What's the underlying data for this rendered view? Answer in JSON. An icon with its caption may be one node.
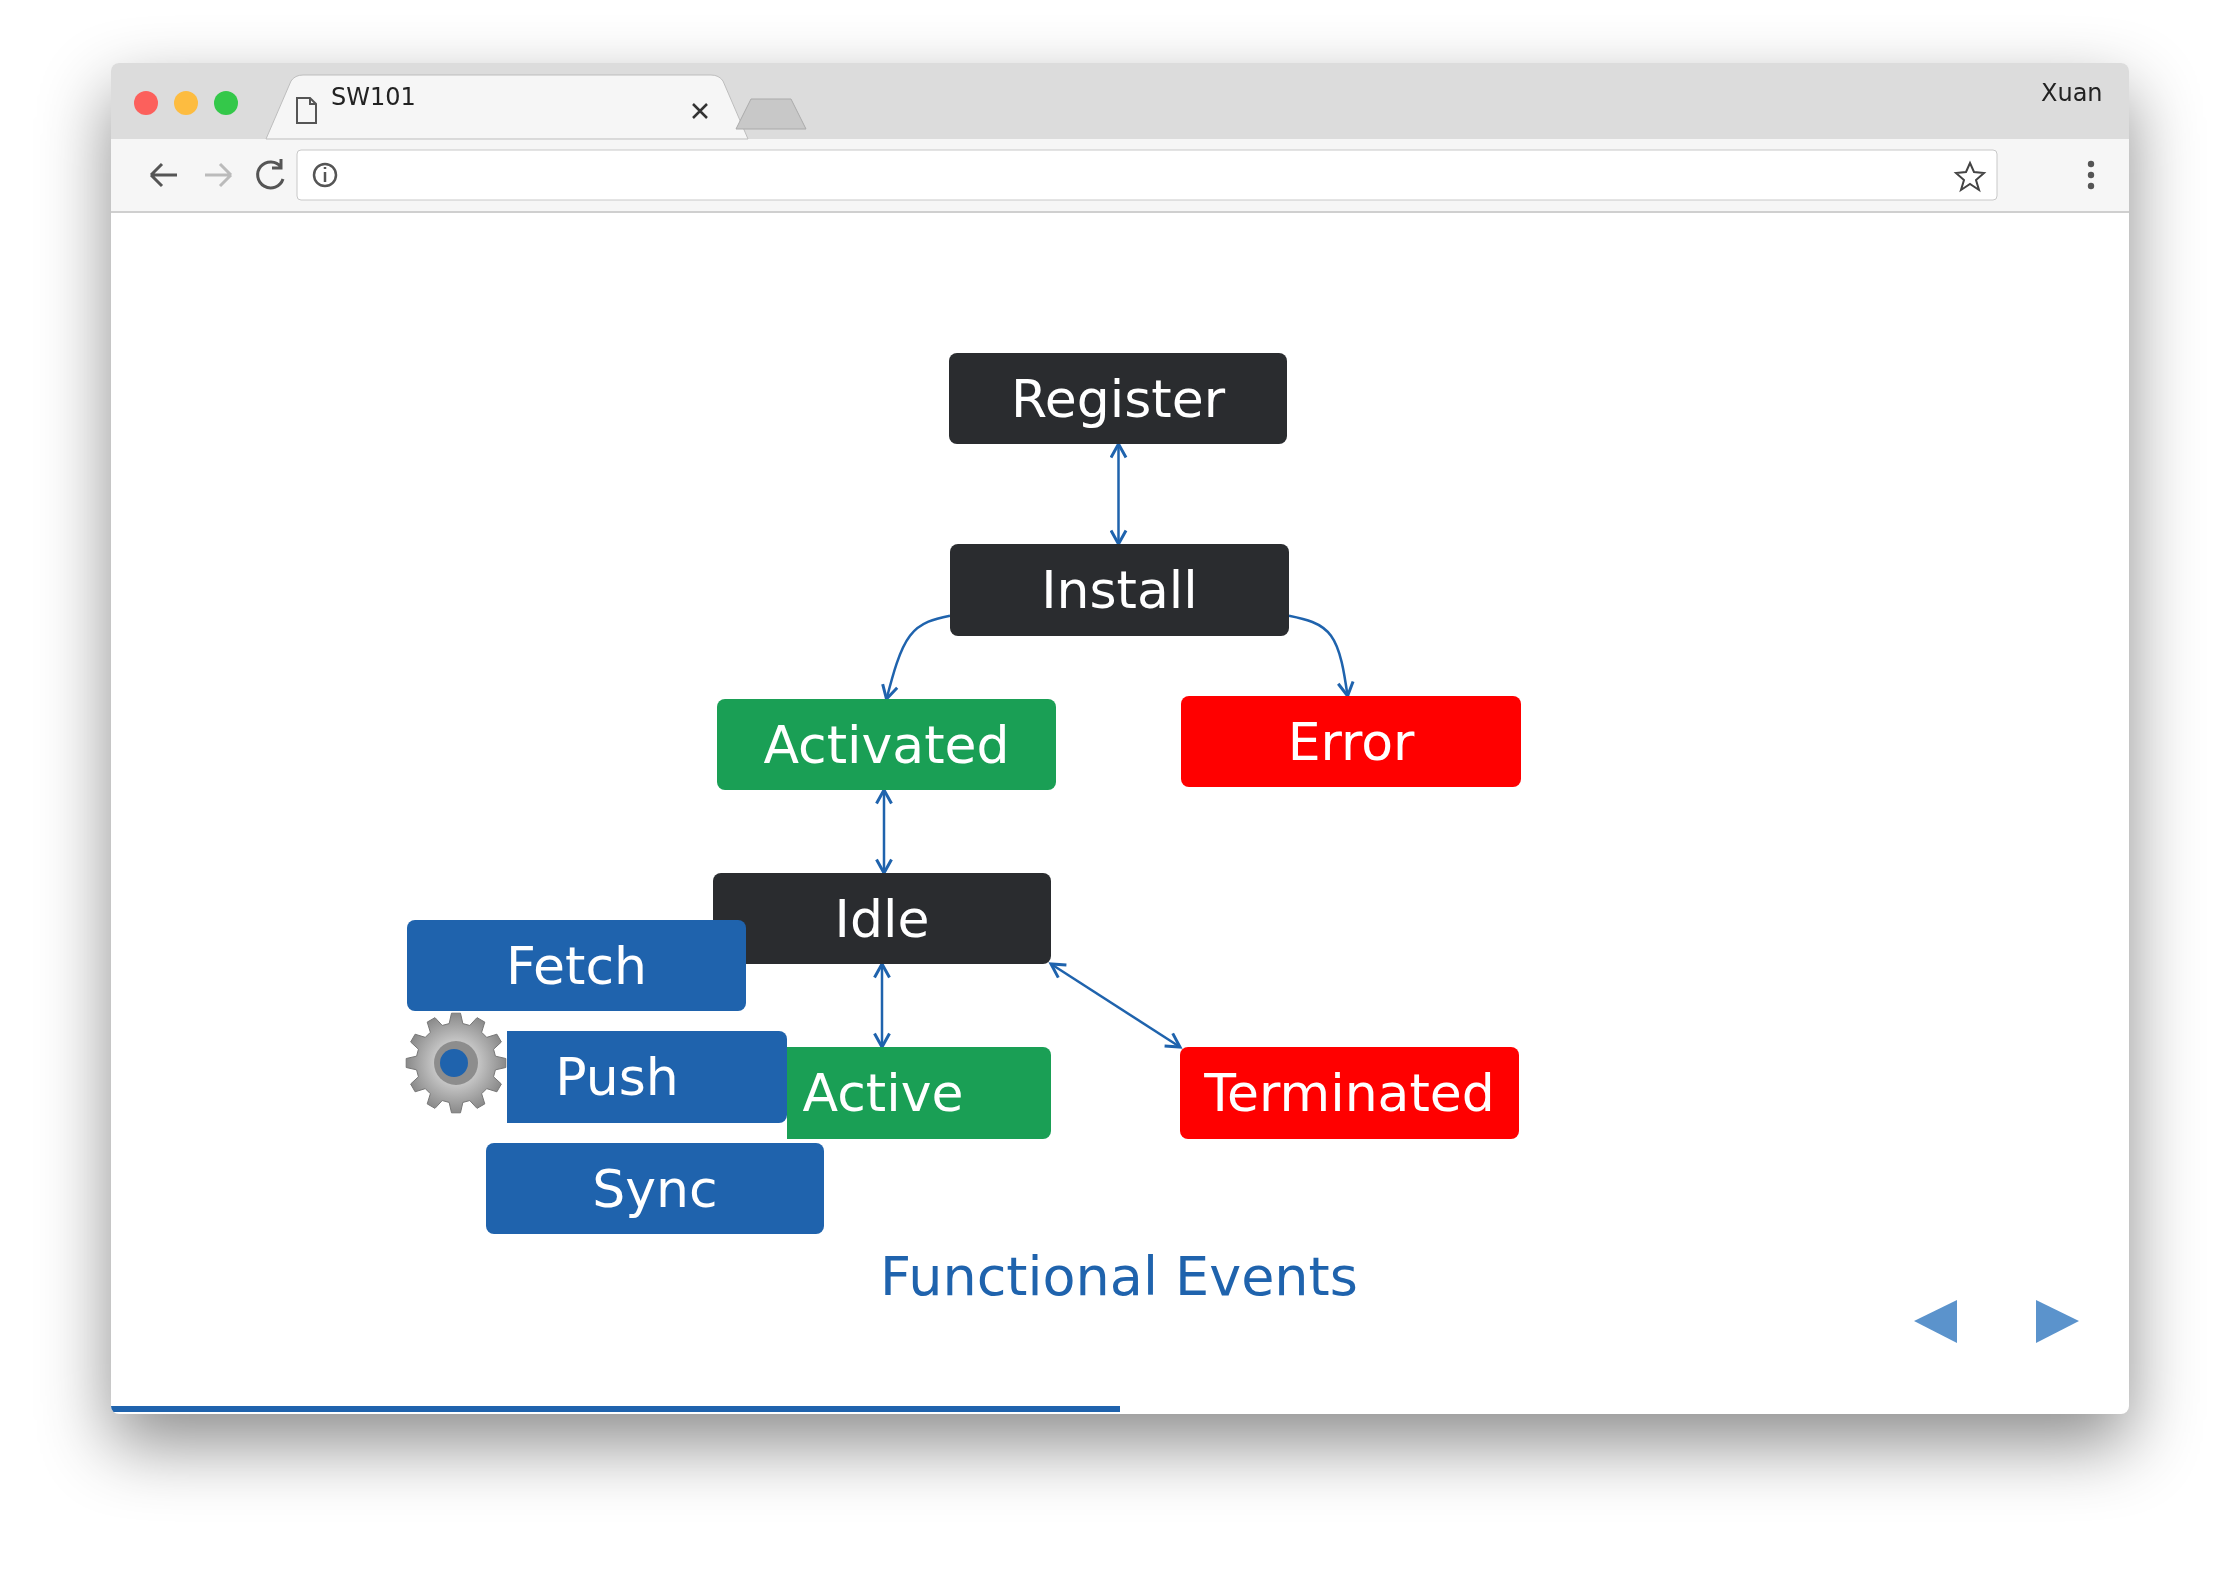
{
  "diagram": {
    "nodes": [
      {
        "text": [
          "Register"
        ]
      },
      {
        "text": [
          "Install"
        ]
      },
      {
        "text": [
          "Activated"
        ]
      },
      {
        "text": [
          "Error"
        ]
      },
      {
        "text": [
          "Idle"
        ]
      },
      {
        "text": [
          "Fetch"
        ]
      },
      {
        "text": [
          "Push"
        ]
      },
      {
        "text": [
          "Active"
        ]
      },
      {
        "text": [
          "Terminated"
        ]
      },
      {
        "text": [
          "Sync"
        ]
      }
    ],
    "edges": [
      {
        "from": 0,
        "to": 1,
        "arrow": "both"
      },
      {
        "from": 1,
        "to": 2,
        "arrow": "to"
      },
      {
        "from": 1,
        "to": 3,
        "arrow": "to"
      },
      {
        "from": 2,
        "to": 4,
        "arrow": "both"
      },
      {
        "from": 4,
        "to": 7,
        "arrow": "both"
      },
      {
        "from": 4,
        "to": 8,
        "arrow": "both"
      }
    ],
    "labels": [
      "SW101",
      "Xuan",
      "Functional Events"
    ]
  }
}
